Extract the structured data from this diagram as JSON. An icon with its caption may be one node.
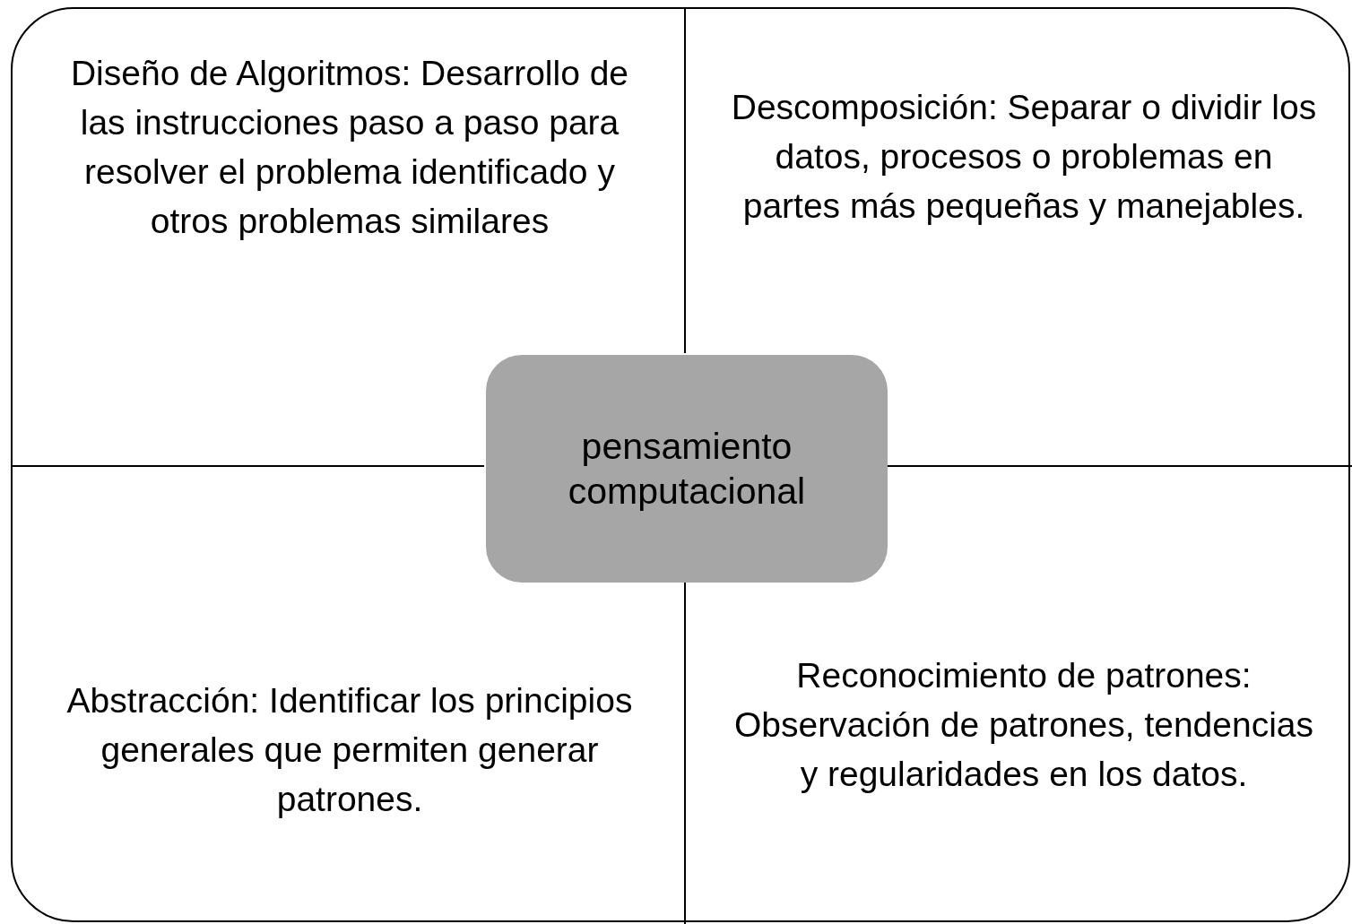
{
  "diagram": {
    "nodes": [
      {
        "text": [],
        "shape": "box"
      },
      {
        "text": [
          "Diseño de Algoritmos: Desarrollo de las instrucciones paso a paso para resolver el problema identificado y otros problemas similares"
        ],
        "in": 0
      },
      {
        "text": [
          "Descomposición: Separar o dividir los datos, procesos o problemas en partes más pequeñas y manejables."
        ],
        "in": 0
      },
      {
        "text": [
          "pensamiento computacional"
        ],
        "in": 0
      },
      {
        "text": [
          "Abstracción: Identificar los principios generales que permiten generar patrones."
        ],
        "in": 0
      },
      {
        "text": [
          "Reconocimiento de patrones: Observación de patrones, tendencias y regularidades en los datos."
        ],
        "in": 0
      }
    ]
  }
}
